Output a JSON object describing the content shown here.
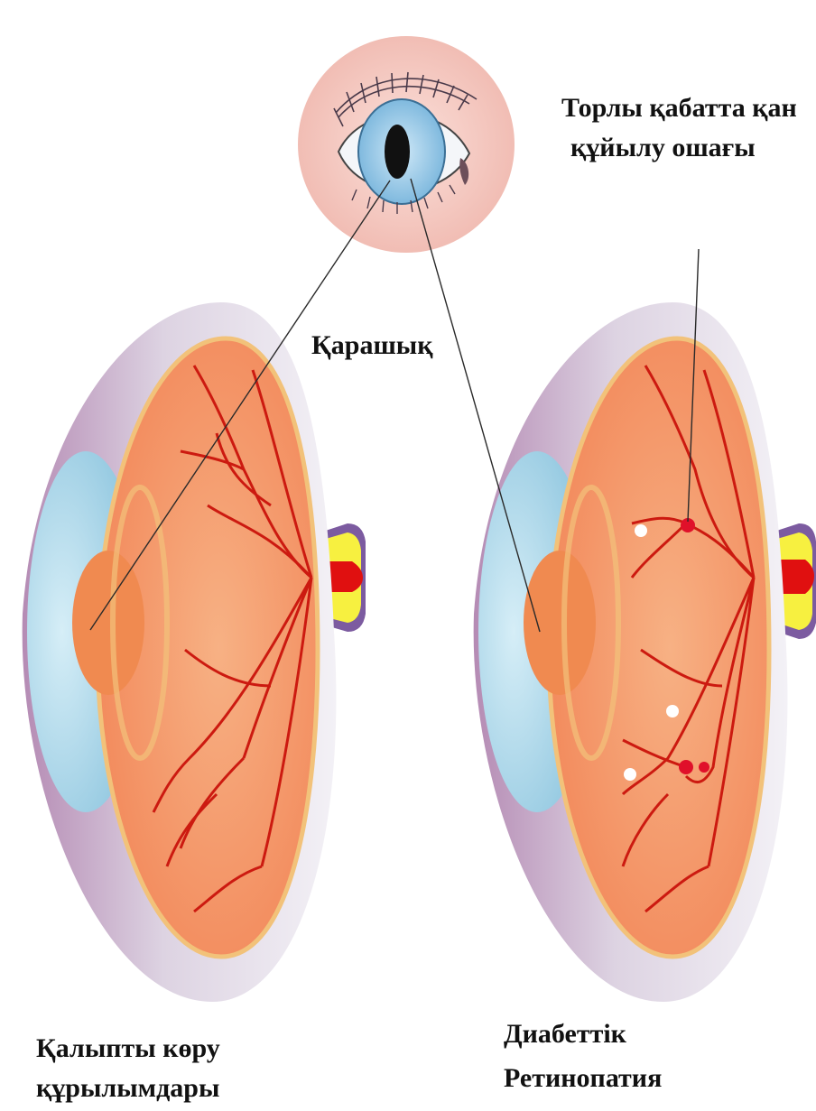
{
  "labels": {
    "pupil": "Қарашық",
    "hemorrhage_line1": "Торлы қабатта қан",
    "hemorrhage_line2": "құйылу ошағы",
    "normal_line1": "Қалыпты көру",
    "normal_line2": "құрылымдары",
    "diabetic_line1": "Диабеттік",
    "diabetic_line2": "Ретинопатия"
  },
  "colors": {
    "sclera_outer": "#a87fa8",
    "sclera_light": "#ece8f0",
    "retina": "#f59a6c",
    "retina_rim": "#f2c27a",
    "cornea": "#a9d6e8",
    "lens": "#f08a50",
    "vessel": "#cc1a10",
    "optic_nerve_red": "#e01010",
    "optic_nerve_yellow": "#f7f040",
    "optic_nerve_purple": "#7c5ba0",
    "skin_circle": "#f6cfc8",
    "iris": "#a6d2ec",
    "pupil": "#111111",
    "hemorrhage_spot": "#e0102a",
    "exudate_spot": "#ffffff"
  },
  "icons": [
    "eye-closeup-icon",
    "normal-eyeball-icon",
    "diabetic-eyeball-icon"
  ]
}
